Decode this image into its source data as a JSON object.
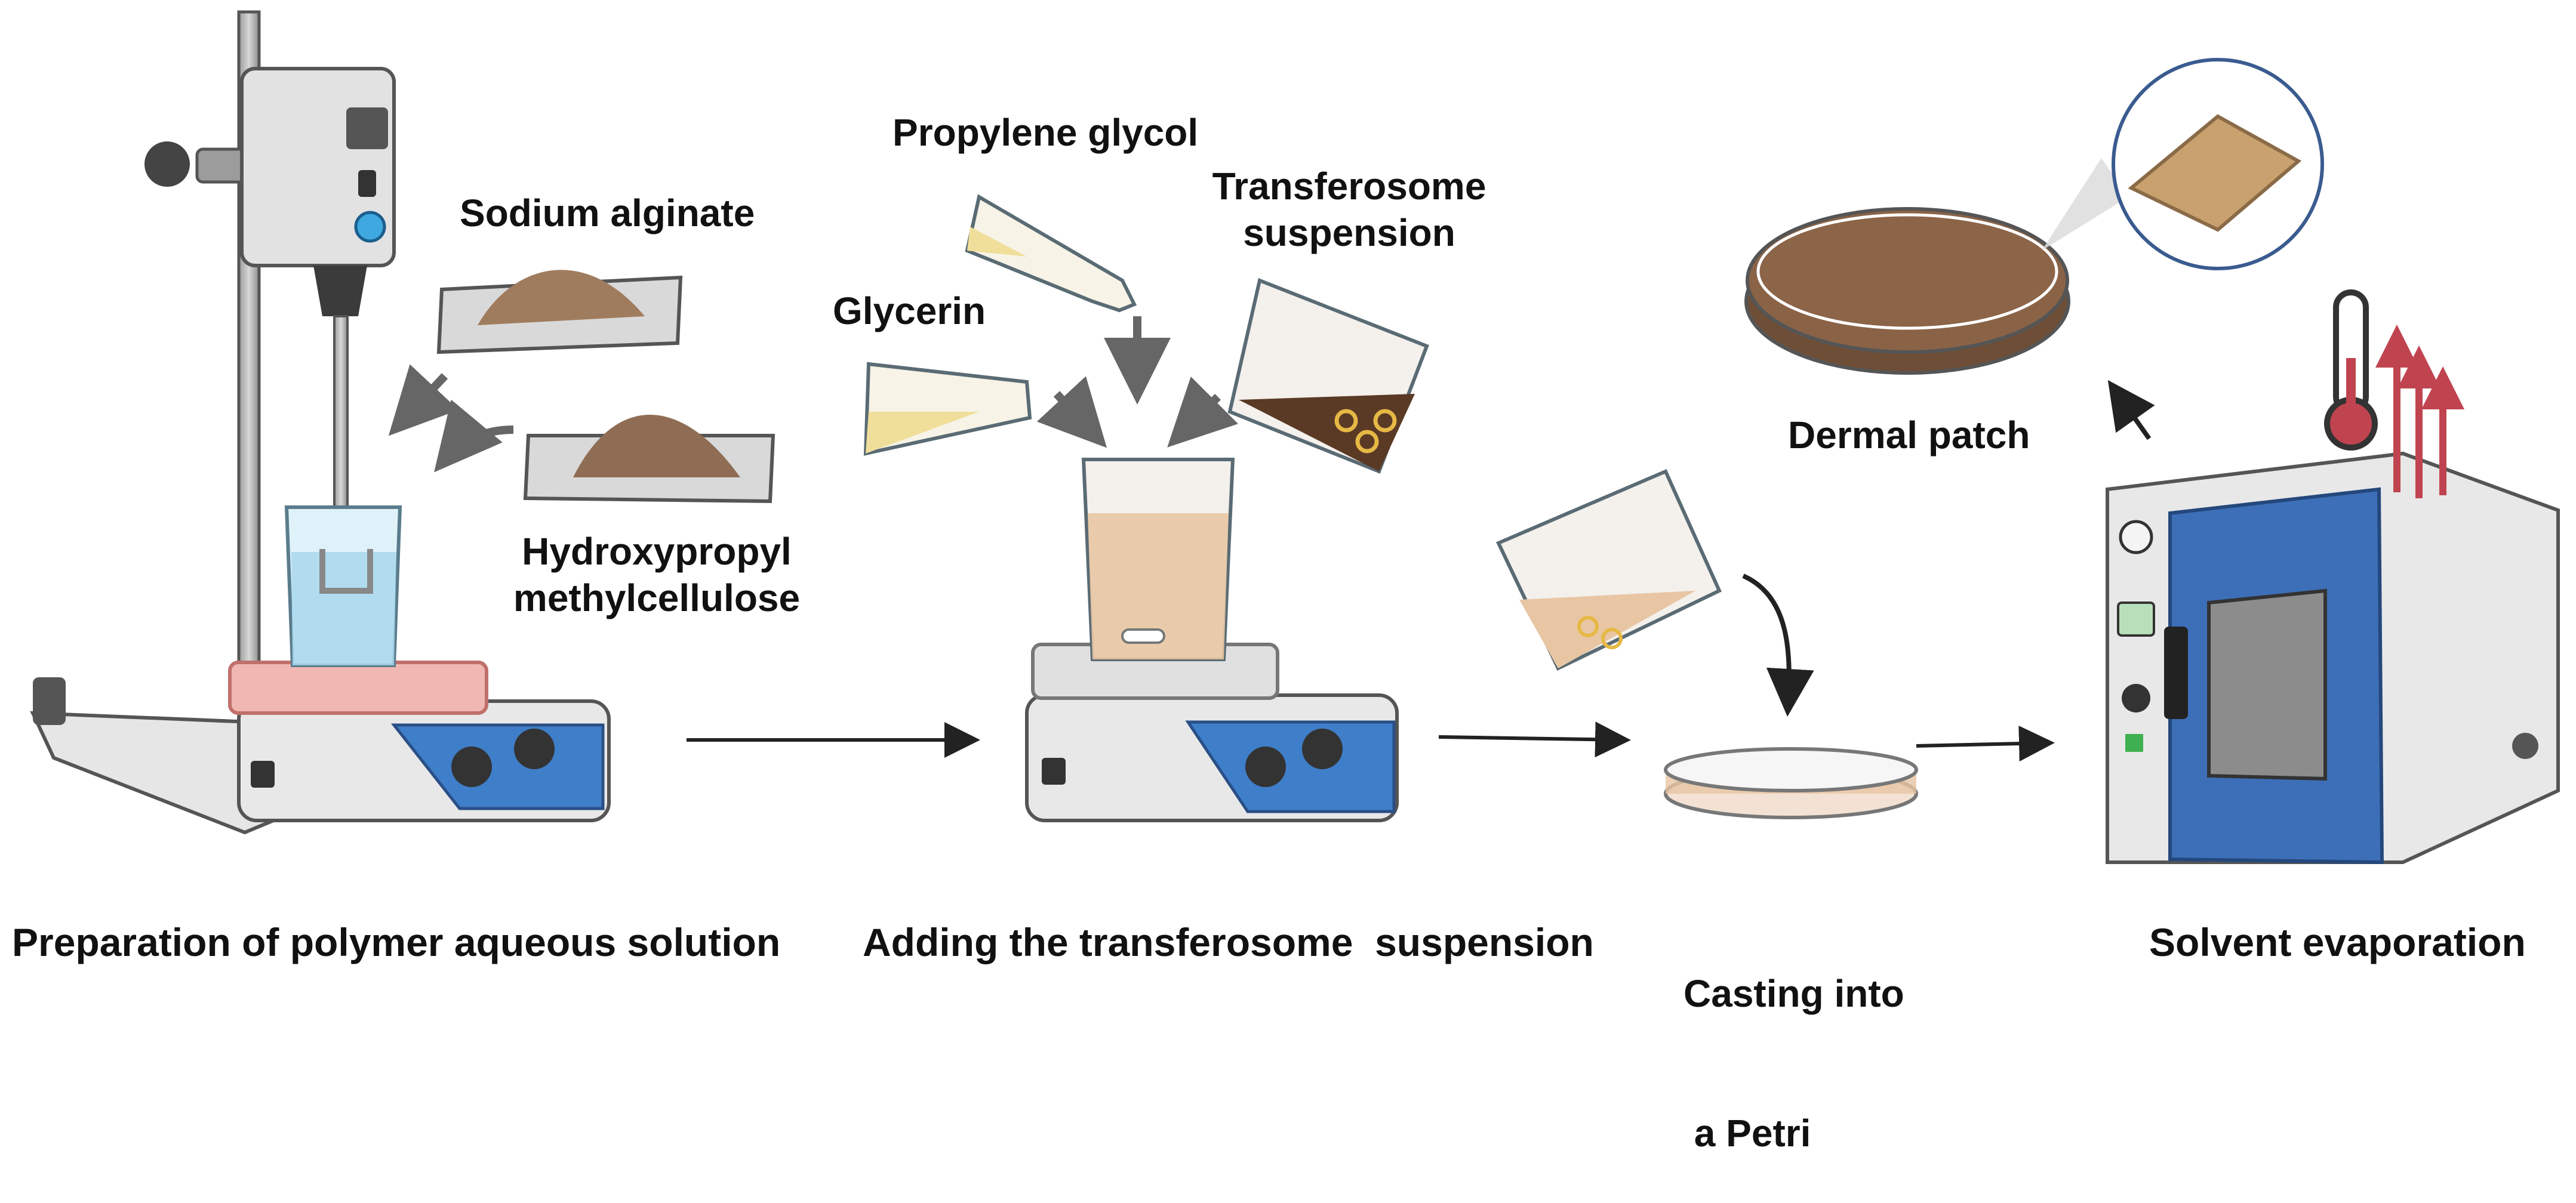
{
  "steps": {
    "step1": "Preparation of polymer aqueous solution",
    "step2": "Adding the transferosome  suspension",
    "step3_line1": "Casting into",
    "step3_line2": " a Petri",
    "step4": "Solvent evaporation"
  },
  "ingredients": {
    "sodium_alginate": "Sodium alginate",
    "hpmc_line1": "Hydroxypropyl",
    "hpmc_line2": "methylcellulose",
    "propylene_glycol": "Propylene glycol",
    "glycerin": "Glycerin",
    "transferosome_line1": "Transferosome",
    "transferosome_line2": "suspension"
  },
  "product": {
    "dermal_patch": "Dermal patch"
  },
  "colors": {
    "polymer_solution": "#a9d8ec",
    "mixed_solution": "#e8c6a4",
    "transferosome_suspension": "#5a3a25",
    "powder": "#a07c5e",
    "patch": "#c9a16f",
    "stirrer_panel": "#3f7ec9",
    "oven_door": "#3d6fb8",
    "heat_arrows": "#c0444f",
    "arrows": "#333333"
  }
}
